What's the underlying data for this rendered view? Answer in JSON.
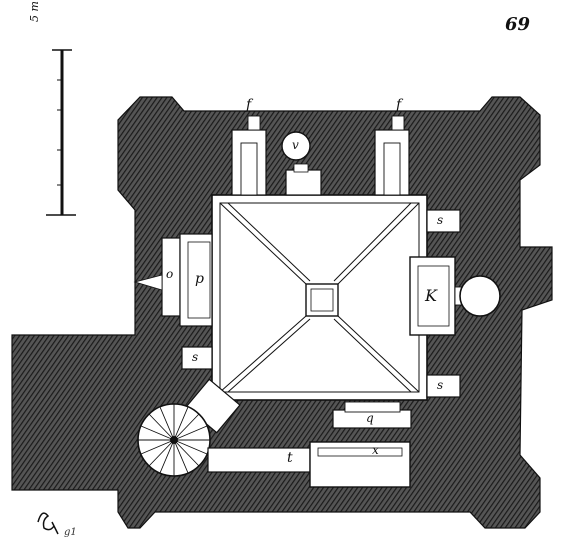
{
  "page_number": "69",
  "scale_label": "5 m",
  "corner_mark": "g1",
  "labels": {
    "f_left": "f",
    "f_right": "f",
    "v": "v",
    "s_top_right": "s",
    "k": "K",
    "o": "o",
    "p": "p",
    "s_left": "s",
    "s_bottom_right": "s",
    "q": "q",
    "t": "t",
    "x": "x"
  },
  "colors": {
    "wall": "#3a3a3a",
    "ink": "#111111",
    "paper": "#ffffff"
  }
}
